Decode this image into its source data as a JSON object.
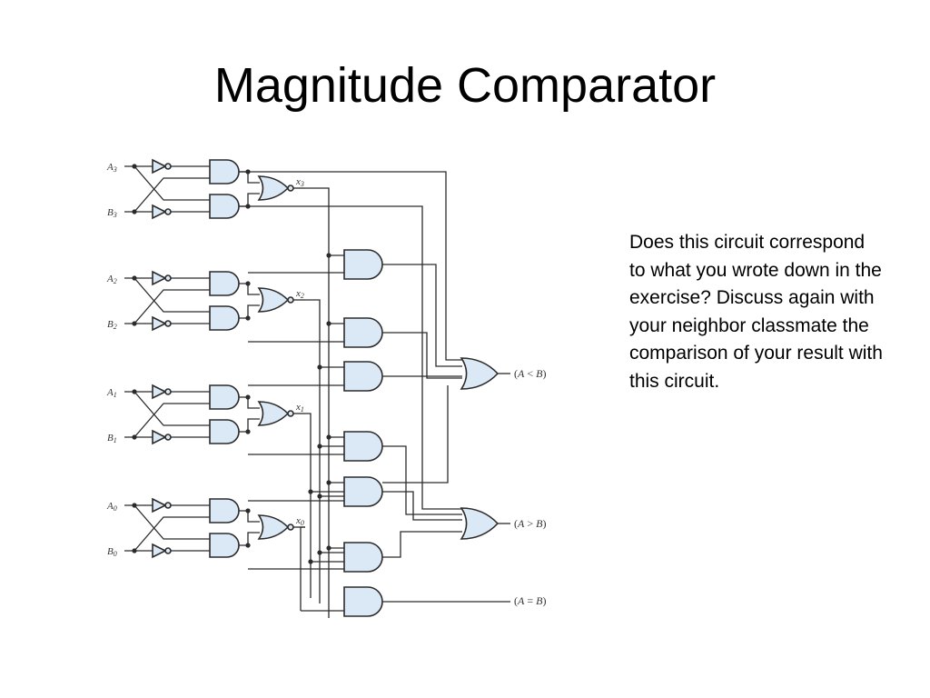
{
  "slide": {
    "title": "Magnitude Comparator",
    "body": "Does this circuit correspond to what you wrote down in the exercise? Discuss again with your neighbor classmate the comparison of your result with this circuit."
  },
  "circuit": {
    "inputs": [
      {
        "letter": "A",
        "index": "3"
      },
      {
        "letter": "B",
        "index": "3"
      },
      {
        "letter": "A",
        "index": "2"
      },
      {
        "letter": "B",
        "index": "2"
      },
      {
        "letter": "A",
        "index": "1"
      },
      {
        "letter": "B",
        "index": "1"
      },
      {
        "letter": "A",
        "index": "0"
      },
      {
        "letter": "B",
        "index": "0"
      }
    ],
    "intermediates": [
      {
        "letter": "x",
        "index": "3"
      },
      {
        "letter": "x",
        "index": "2"
      },
      {
        "letter": "x",
        "index": "1"
      },
      {
        "letter": "x",
        "index": "0"
      }
    ],
    "outputs": [
      {
        "open": "(",
        "a": "A",
        "op": " < ",
        "b": "B",
        "close": ")"
      },
      {
        "open": "(",
        "a": "A",
        "op": " > ",
        "b": "B",
        "close": ")"
      },
      {
        "open": "(",
        "a": "A",
        "op": " = ",
        "b": "B",
        "close": ")"
      }
    ],
    "colors": {
      "gate_fill": "#dbe8f6",
      "line": "#2b2b2b"
    }
  }
}
